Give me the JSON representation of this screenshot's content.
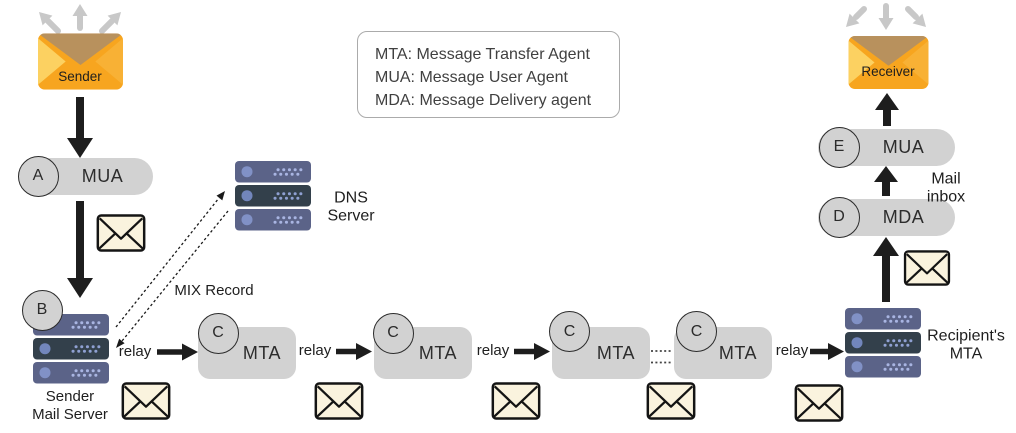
{
  "legend": {
    "lines": [
      "MTA: Message Transfer Agent",
      "MUA: Message User Agent",
      "MDA: Message Delivery agent"
    ]
  },
  "sender": {
    "label": "Sender"
  },
  "receiver": {
    "label": "Receiver"
  },
  "nodes": {
    "mua_a": {
      "badge": "A",
      "label": "MUA"
    },
    "mail_server_b": {
      "badge": "B",
      "label": "Sender\nMail Server"
    },
    "dns": {
      "label": "DNS\nServer"
    },
    "mta": {
      "badge": "C",
      "label": "MTA"
    },
    "mda_d": {
      "badge": "D",
      "label": "MDA"
    },
    "mua_e": {
      "badge": "E",
      "label": "MUA"
    },
    "recipient_mta": {
      "label": "Recipient's\nMTA"
    }
  },
  "labels": {
    "relay": "relay",
    "mix_record": "MIX Record",
    "mail_inbox": "Mail inbox"
  },
  "icons": {
    "orange_envelope": "sender-receiver-envelope-icon",
    "cream_envelope": "mail-message-icon",
    "server": "server-stack-icon"
  },
  "colors": {
    "envelope_orange": "#F7A51F",
    "envelope_yellow": "#FCD161",
    "envelope_flap_tan": "#B8915D",
    "mail_cream": "#FAF3DE",
    "node_gray": "#D2D2D2",
    "server_light": "#5B6388",
    "server_dark": "#33404B",
    "arrow_black": "#1D1D1D",
    "arrow_gray": "#C8C8C8",
    "legend_border": "#ABABAB"
  }
}
